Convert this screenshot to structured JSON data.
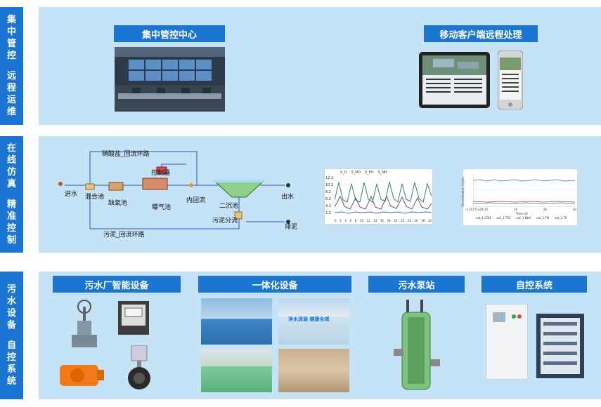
{
  "sections": {
    "central": {
      "tab": [
        "集",
        "中",
        "管",
        "控",
        "",
        "远",
        "程",
        "运",
        "维"
      ],
      "hdr_center": "集中管控中心",
      "hdr_mobile": "移动客户端远程处理"
    },
    "sim": {
      "tab": [
        "在",
        "线",
        "仿",
        "真",
        "",
        "精",
        "准",
        "控",
        "制"
      ]
    },
    "equip": {
      "tab": [
        "污",
        "水",
        "设",
        "备",
        "",
        "自",
        "控",
        "系",
        "统"
      ],
      "hdr_smart": "污水厂智能设备",
      "hdr_integrated": "一体化设备",
      "hdr_pump": "污水泵站",
      "hdr_auto": "自控系统"
    }
  },
  "process": {
    "inlet": "进水",
    "mix": "混合池",
    "anoxic": "缺氧池",
    "aeration": "曝气池",
    "internal": "内回流",
    "clarifier": "二沉池",
    "outlet": "出水",
    "discharge": "排泥",
    "sludge_split": "污泥分流",
    "nitrate_loop": "硝酸盐_回流环路",
    "sludge_loop": "污泥_回流环路",
    "controller": "控制器"
  },
  "chart1": {
    "legend": [
      "S_O",
      "S_NO",
      "S_PO",
      "S_NH"
    ],
    "yticks": [
      "12.2",
      "10.2",
      "8.2",
      "6.2",
      "4.2",
      "2.2"
    ],
    "xticks": [
      "0",
      "2",
      "4",
      "6",
      "8",
      "10",
      "12",
      "14",
      "16",
      "18",
      "20",
      "22",
      "24",
      "26",
      "28",
      "30"
    ]
  },
  "chart2": {
    "ylabel": "Concentration (mg/L)",
    "xlabel": "Time (d)",
    "legend": [
      "out_1.COD",
      "out_1.TSS",
      "out_1.NH4",
      "out_1.TN",
      "out_1.TP"
    ],
    "xstart": "-3.55271378-15",
    "xticks": [
      "10",
      "20",
      "30"
    ]
  },
  "misc": {
    "tank_text": "净水清源 健康全城"
  },
  "colors": {
    "tab": "#1a76d2",
    "panel": "#c5e3f6"
  }
}
